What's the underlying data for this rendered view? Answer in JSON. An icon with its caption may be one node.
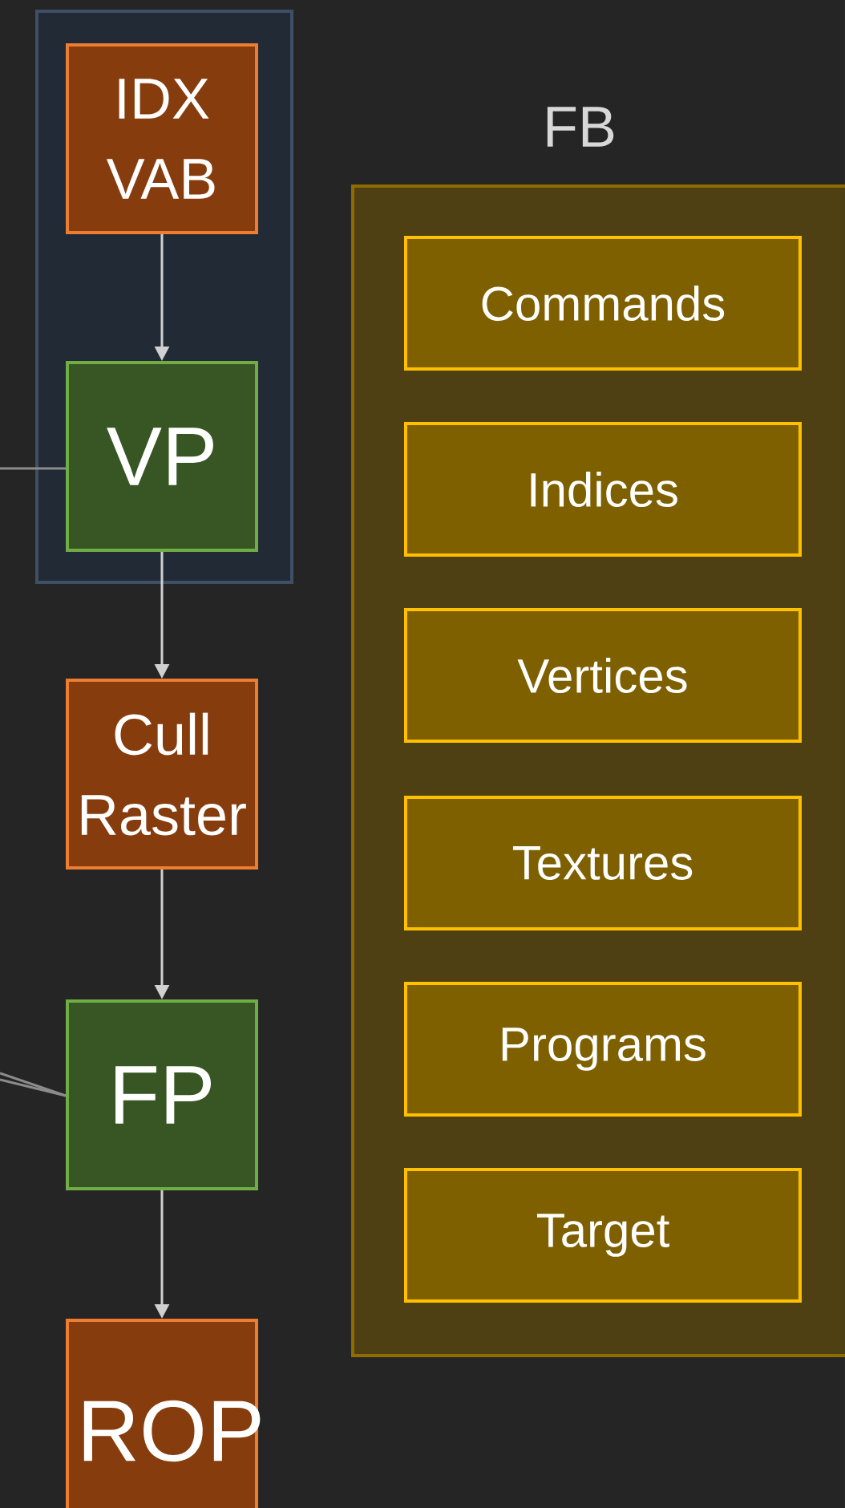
{
  "diagram": {
    "nodes": [
      {
        "text": [],
        "shape": "box"
      },
      {
        "text": [
          "IDX VAB"
        ],
        "in": 0
      },
      {
        "text": [
          "VP"
        ],
        "in": 0
      },
      {
        "text": [
          "Cull Raster"
        ]
      },
      {
        "text": [
          "FP"
        ]
      },
      {
        "text": [
          "ROP"
        ]
      },
      {
        "text": [
          "FB"
        ]
      },
      {
        "text": [
          "Commands"
        ],
        "in": 6
      },
      {
        "text": [
          "Indices"
        ],
        "in": 6
      },
      {
        "text": [
          "Vertices"
        ],
        "in": 6
      },
      {
        "text": [
          "Textures"
        ],
        "in": 6
      },
      {
        "text": [
          "Programs"
        ],
        "in": 6
      },
      {
        "text": [
          "Target"
        ],
        "in": 6
      }
    ],
    "edges": [
      {
        "from": 1,
        "to": 2,
        "arrow": "to"
      },
      {
        "from": 2,
        "to": 3,
        "arrow": "to"
      },
      {
        "from": 3,
        "to": 4,
        "arrow": "to"
      },
      {
        "from": 4,
        "to": 5,
        "arrow": "to"
      },
      {
        "from": null,
        "to": 2,
        "arrow": "none",
        "color": "#8c8c8c"
      },
      {
        "from": null,
        "to": 4,
        "arrow": "none",
        "color": "#8c8c8c"
      },
      {
        "from": null,
        "to": 4,
        "arrow": "none",
        "color": "#8c8c8c"
      }
    ]
  }
}
